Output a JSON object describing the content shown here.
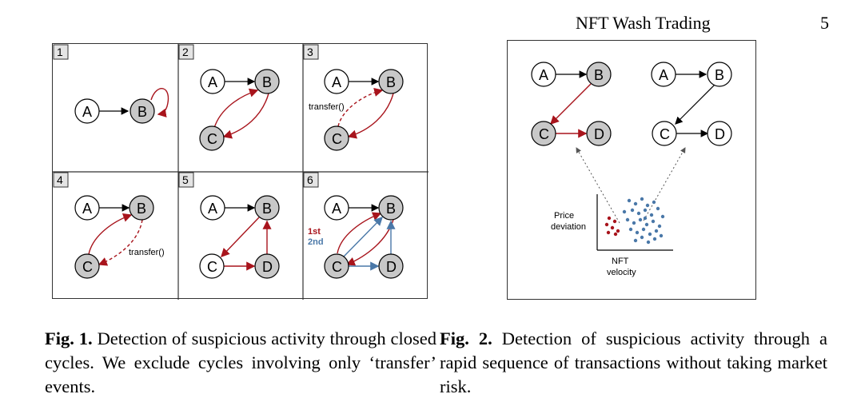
{
  "header": {
    "title": "NFT Wash Trading",
    "page_number": "5"
  },
  "fig1": {
    "panels": [
      "1",
      "2",
      "3",
      "4",
      "5",
      "6"
    ],
    "node_labels": {
      "a": "A",
      "b": "B",
      "c": "C",
      "d": "D"
    },
    "transfer_label": "transfer()",
    "first_label": "1st",
    "second_label": "2nd"
  },
  "fig2": {
    "y_axis_label_line1": "Price",
    "y_axis_label_line2": "deviation",
    "x_axis_label_line1": "NFT",
    "x_axis_label_line2": "velocity"
  },
  "captions": {
    "fig1_label": "Fig. 1.",
    "fig1_text": "Detection of suspicious activity through closed cycles. We exclude cycles involving only ‘transfer’ events.",
    "fig2_label": "Fig. 2.",
    "fig2_text": "Detection of suspicious activity through a rapid sequence of transactions without taking market risk."
  },
  "colors": {
    "red": "#a8141c",
    "blue": "#4a78a8",
    "grey_fill": "#c8c8c8"
  }
}
